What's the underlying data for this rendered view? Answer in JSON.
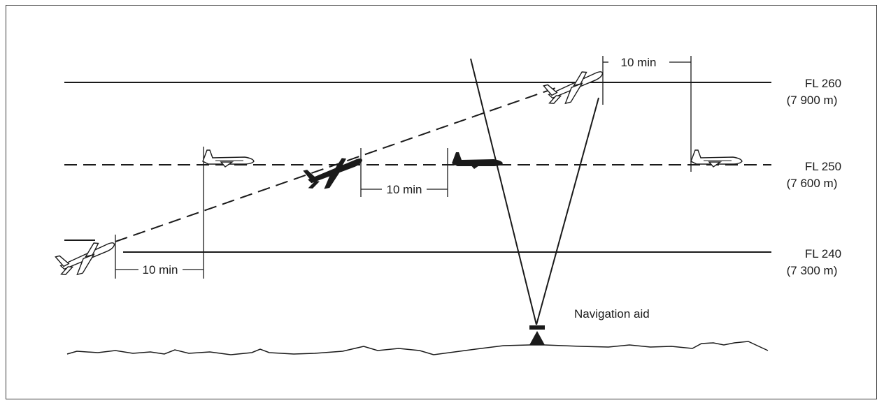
{
  "levels": [
    {
      "id": "fl260",
      "name": "FL 260",
      "altitude": "(7 900 m)"
    },
    {
      "id": "fl250",
      "name": "FL 250",
      "altitude": "(7 600 m)"
    },
    {
      "id": "fl240",
      "name": "FL 240",
      "altitude": "(7 300 m)"
    }
  ],
  "intervals": [
    "10 min",
    "10 min",
    "10 min"
  ],
  "navaid_label": "Navigation aid",
  "colors": {
    "ink": "#1a1a1a",
    "frame": "#3a3a3a",
    "background": "#ffffff"
  }
}
